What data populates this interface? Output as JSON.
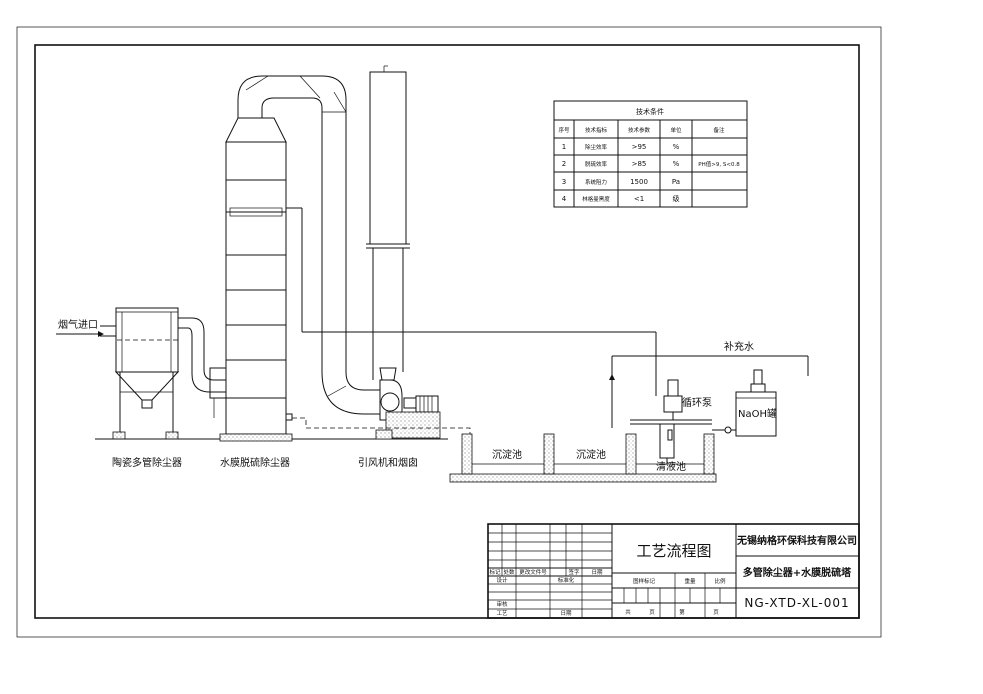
{
  "equipment_labels": {
    "flue_gas_inlet": "烟气进口",
    "multi_tube_collector": "陶瓷多管除尘器",
    "membrane_tower": "水膜脱硫除尘器",
    "fan_chimney": "引风机和烟囱",
    "settling_tank_1": "沉淀池",
    "settling_tank_2": "沉淀池",
    "clear_tank": "清液池",
    "circulation_pump": "循环泵",
    "makeup_water": "补充水",
    "naoh_tank": "NaOH罐"
  },
  "tech_table": {
    "title": "技术条件",
    "headers": [
      "序号",
      "技术指标",
      "技术参数",
      "单位",
      "备注"
    ],
    "rows": [
      [
        "1",
        "除尘效率",
        ">95",
        "%",
        ""
      ],
      [
        "2",
        "脱硫效率",
        ">85",
        "%",
        "PH值>9, S<0.8"
      ],
      [
        "3",
        "系统阻力",
        "1500",
        "Pa",
        ""
      ],
      [
        "4",
        "林格曼黑度",
        "<1",
        "级",
        ""
      ]
    ]
  },
  "title_block": {
    "drawing_title": "工艺流程图",
    "company": "无锡纳格环保科技有限公司",
    "product": "多管除尘器+水膜脱硫塔",
    "drawing_code": "NG-XTD-XL-001",
    "rev_headers": [
      "标记",
      "处数",
      "更改文件号",
      "签字",
      "日期"
    ],
    "row_design": "设计",
    "row_standardize": "标准化",
    "row_review": "审核",
    "row_process": "工艺",
    "row_date": "日期",
    "stage_mark": "图样标记",
    "weight": "重量",
    "scale": "比例",
    "sheets_total": "共",
    "sheet_unit_1": "页",
    "sheet_no": "第",
    "sheet_unit_2": "页"
  }
}
